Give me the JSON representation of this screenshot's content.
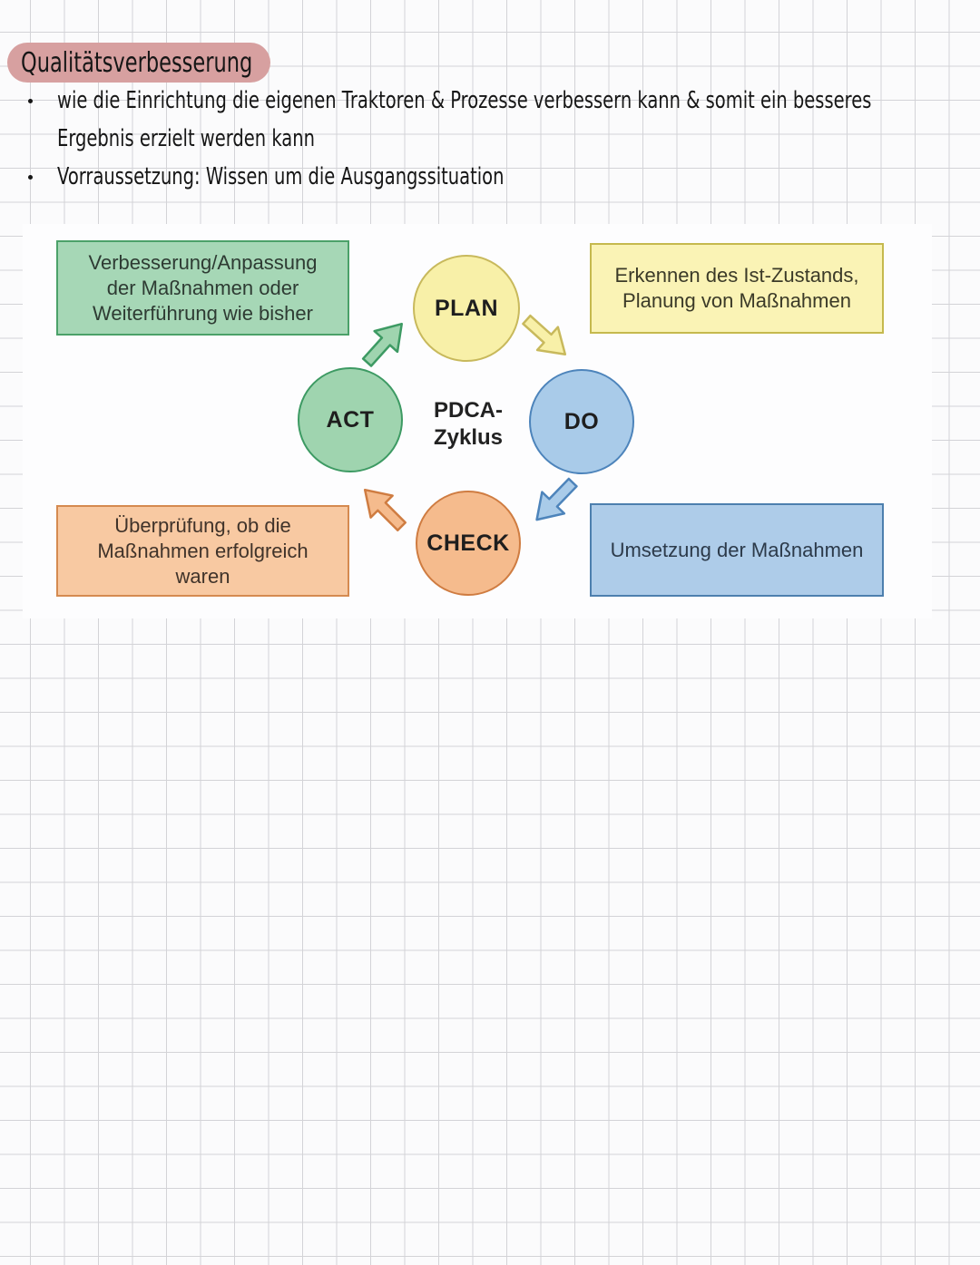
{
  "note": {
    "title": "Qualitätsverbesserung",
    "title_highlight_color": "#d7a0a0",
    "bullet_char": "•",
    "bullets": [
      {
        "lines": [
          "wie die Einrichtung die eigenen Traktoren & Prozesse verbessern kann & somit ein besseres",
          "Ergebnis erzielt werden kann"
        ]
      },
      {
        "lines": [
          "Vorraussetzung: Wissen um die Ausgangssituation"
        ]
      }
    ]
  },
  "diagram": {
    "title_lines": [
      "PDCA-",
      "Zyklus"
    ],
    "nodes": {
      "plan": {
        "label": "PLAN",
        "fill": "#f8f0a8",
        "stroke": "#c8b95c"
      },
      "do": {
        "label": "DO",
        "fill": "#a9cbe9",
        "stroke": "#4d84bb"
      },
      "check": {
        "label": "CHECK",
        "fill": "#f5bb8d",
        "stroke": "#cf7c41"
      },
      "act": {
        "label": "ACT",
        "fill": "#9fd4af",
        "stroke": "#3d9a63"
      }
    },
    "boxes": {
      "act": {
        "lines": [
          "Verbesserung/Anpassung",
          "der Maßnahmen oder",
          "Weiterführung wie bisher"
        ],
        "fill": "#a6d7b6",
        "stroke": "#4ba169",
        "text_color": "#2e3b33"
      },
      "plan": {
        "lines": [
          "Erkennen des Ist-Zustands,",
          "Planung von Maßnahmen"
        ],
        "fill": "#faf3b5",
        "stroke": "#c5b94e",
        "text_color": "#3b3a28"
      },
      "check": {
        "lines": [
          "Überprüfung, ob die",
          "Maßnahmen erfolgreich",
          "waren"
        ],
        "fill": "#f8c9a2",
        "stroke": "#d58a50",
        "text_color": "#40332a"
      },
      "do": {
        "lines": [
          "Umsetzung der Maßnahmen"
        ],
        "fill": "#aecce9",
        "stroke": "#4d7fae",
        "text_color": "#2c3a4a"
      }
    },
    "arrows": {
      "act_to_plan": {
        "fill": "#9fd4af",
        "stroke": "#3d9a63"
      },
      "plan_to_do": {
        "fill": "#f8f0a8",
        "stroke": "#c8b95c"
      },
      "do_to_check": {
        "fill": "#a9cbe9",
        "stroke": "#4d84bb"
      },
      "check_to_act": {
        "fill": "#f5bb8d",
        "stroke": "#cf7c41"
      }
    }
  }
}
